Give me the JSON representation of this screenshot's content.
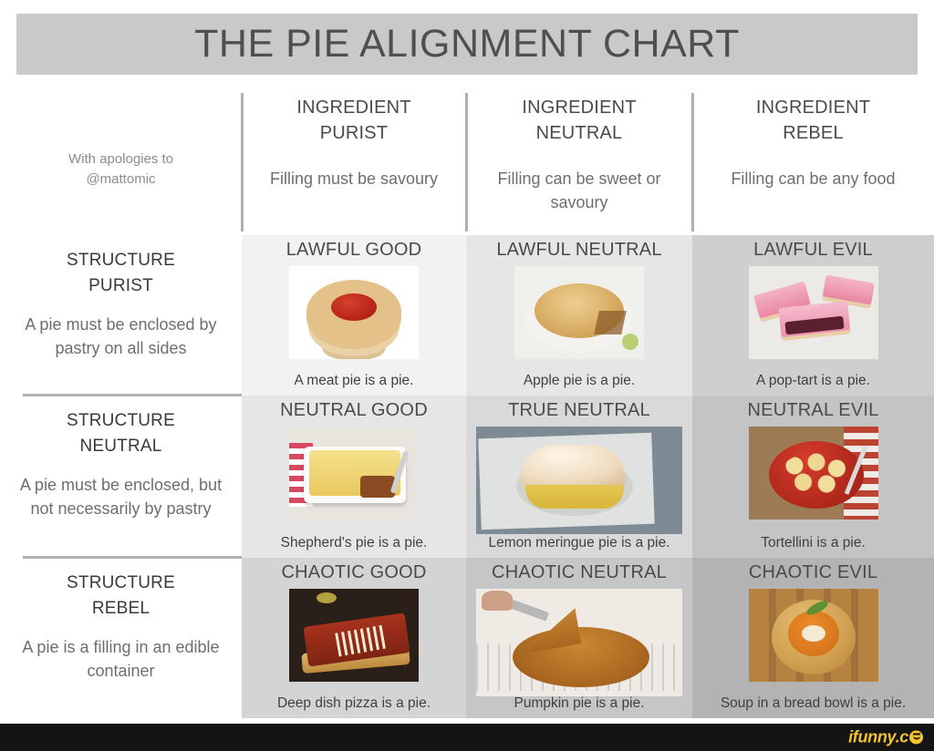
{
  "header": {
    "title": "THE PIE ALIGNMENT CHART",
    "bar_color": "#c9c9c9"
  },
  "corner": {
    "apology_line1": "With apologies to",
    "apology_line2": "@mattomic"
  },
  "columns": [
    {
      "title_line1": "INGREDIENT",
      "title_line2": "PURIST",
      "description": "Filling must be savoury"
    },
    {
      "title_line1": "INGREDIENT",
      "title_line2": "NEUTRAL",
      "description": "Filling can be sweet or savoury"
    },
    {
      "title_line1": "INGREDIENT",
      "title_line2": "REBEL",
      "description": "Filling can be any food"
    }
  ],
  "rows": [
    {
      "title_line1": "STRUCTURE",
      "title_line2": "PURIST",
      "description": "A pie must be enclosed by pastry on all sides"
    },
    {
      "title_line1": "STRUCTURE",
      "title_line2": "NEUTRAL",
      "description": "A pie must be enclosed, but not necessarily by pastry"
    },
    {
      "title_line1": "STRUCTURE",
      "title_line2": "REBEL",
      "description": "A pie is a filling in an edible container"
    }
  ],
  "cells": [
    {
      "alignment": "LAWFUL GOOD",
      "caption": "A meat pie is a pie.",
      "image": "meat-pie-photo",
      "bg": "#f2f2f2"
    },
    {
      "alignment": "LAWFUL NEUTRAL",
      "caption": "Apple pie is a pie.",
      "image": "apple-pie-photo",
      "bg": "#e6e6e6"
    },
    {
      "alignment": "LAWFUL EVIL",
      "caption": "A pop-tart is a pie.",
      "image": "pop-tart-photo",
      "bg": "#cfcfcf"
    },
    {
      "alignment": "NEUTRAL GOOD",
      "caption": "Shepherd's pie is a pie.",
      "image": "shepherds-pie-photo",
      "bg": "#e6e6e6"
    },
    {
      "alignment": "TRUE NEUTRAL",
      "caption": "Lemon meringue pie is a pie.",
      "image": "lemon-meringue-pie-photo",
      "bg": "#d9d9d9"
    },
    {
      "alignment": "NEUTRAL EVIL",
      "caption": "Tortellini is a pie.",
      "image": "tortellini-photo",
      "bg": "#c4c4c4"
    },
    {
      "alignment": "CHAOTIC GOOD",
      "caption": "Deep dish pizza is a pie.",
      "image": "deep-dish-pizza-photo",
      "bg": "#d4d4d4"
    },
    {
      "alignment": "CHAOTIC NEUTRAL",
      "caption": "Pumpkin pie is a pie.",
      "image": "pumpkin-pie-photo",
      "bg": "#c6c6c6"
    },
    {
      "alignment": "CHAOTIC EVIL",
      "caption": "Soup in a bread bowl is a pie.",
      "image": "soup-bread-bowl-photo",
      "bg": "#b3b3b3"
    }
  ],
  "footer": {
    "watermark": "ifunny.c",
    "watermark_suffix": "o",
    "bar_color": "#141414",
    "text_color": "#f5c32c"
  }
}
